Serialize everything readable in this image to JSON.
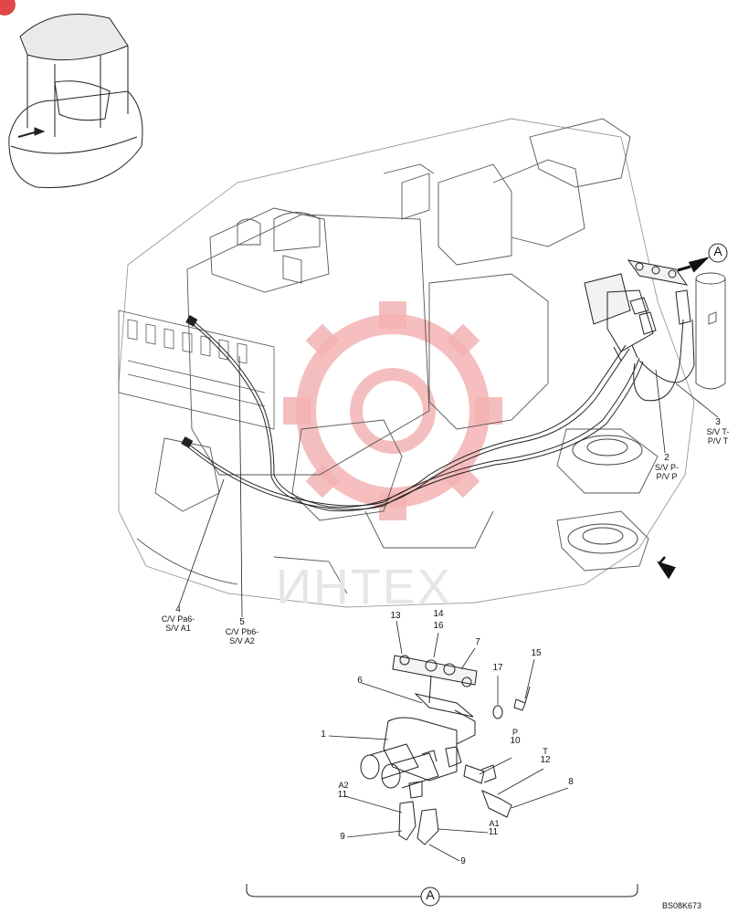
{
  "watermark": {
    "text": "ИНТЕХ",
    "logo_color": "#f4b3b3"
  },
  "drawing_code": "BS08K673",
  "view_marker": "A",
  "callouts": [
    {
      "id": "c13",
      "text": "13"
    },
    {
      "id": "c14",
      "text": "14"
    },
    {
      "id": "c16",
      "text": "16"
    },
    {
      "id": "c7",
      "text": "7"
    },
    {
      "id": "c6",
      "text": "6"
    },
    {
      "id": "c17",
      "text": "17"
    },
    {
      "id": "c15",
      "text": "15"
    },
    {
      "id": "c1",
      "text": "1"
    },
    {
      "id": "cP",
      "text": "P"
    },
    {
      "id": "c10",
      "text": "10"
    },
    {
      "id": "cT",
      "text": "T"
    },
    {
      "id": "c12",
      "text": "12"
    },
    {
      "id": "c8",
      "text": "8"
    },
    {
      "id": "cA2",
      "text": "A2"
    },
    {
      "id": "c11a",
      "text": "11"
    },
    {
      "id": "cA1",
      "text": "A1"
    },
    {
      "id": "c11b",
      "text": "11"
    },
    {
      "id": "c9a",
      "text": "9"
    },
    {
      "id": "c9b",
      "text": "9"
    }
  ],
  "hose_labels": [
    {
      "id": "h2",
      "num": "2",
      "line1": "S/V P-",
      "line2": "P/V P"
    },
    {
      "id": "h3",
      "num": "3",
      "line1": "S/V T-",
      "line2": "P/V T"
    },
    {
      "id": "h4",
      "num": "4",
      "line1": "C/V Pa6-",
      "line2": "S/V A1"
    },
    {
      "id": "h5",
      "num": "5",
      "line1": "C/V Pb6-",
      "line2": "S/V A2"
    }
  ]
}
